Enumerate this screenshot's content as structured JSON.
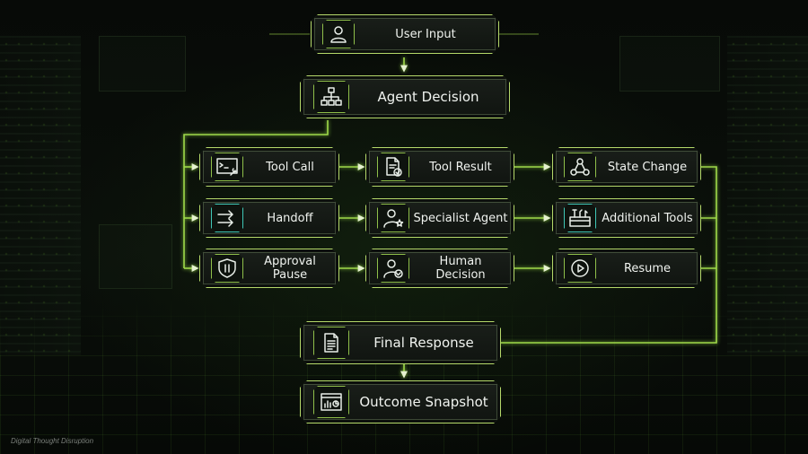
{
  "nodes": {
    "user_input": "User Input",
    "agent_decision": "Agent Decision",
    "tool_call": "Tool Call",
    "tool_result": "Tool Result",
    "state_change": "State Change",
    "handoff": "Handoff",
    "specialist_agent": "Specialist Agent",
    "additional_tools": "Additional Tools",
    "approval_pause": "Approval Pause",
    "human_decision": "Human Decision",
    "resume": "Resume",
    "final_response": "Final Response",
    "outcome_snapshot": "Outcome Snapshot"
  },
  "watermark": "Digital Thought Disruption",
  "colors": {
    "accent": "#b5d96a",
    "wire": "#9fd94a",
    "teal": "#3fc7b6"
  },
  "icons": {
    "user_input": "user-icon",
    "agent_decision": "hierarchy-icon",
    "tool_call": "terminal-wrench-icon",
    "tool_result": "document-check-icon",
    "state_change": "state-graph-icon",
    "handoff": "arrows-right-icon",
    "specialist_agent": "agent-star-icon",
    "additional_tools": "toolbox-icon",
    "approval_pause": "shield-pause-icon",
    "human_decision": "user-check-icon",
    "resume": "play-icon",
    "final_response": "document-icon",
    "outcome_snapshot": "dashboard-icon"
  }
}
